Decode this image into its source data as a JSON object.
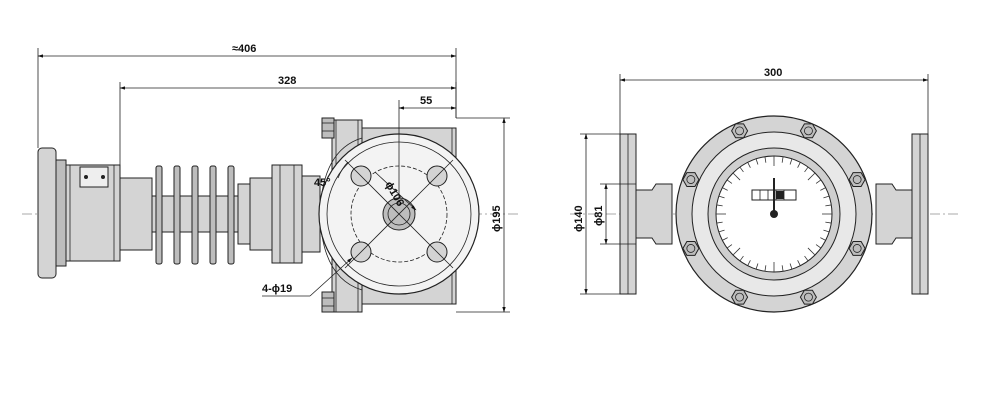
{
  "dimensions": {
    "overall_length": "≈406",
    "body_length": "328",
    "flange_offset": "55",
    "flange_diameter": "195",
    "bolt_circle_diameter": "106",
    "bolt_holes": "4-ϕ19",
    "angle": "45°",
    "face_to_face": "300",
    "raised_face_diameter": "140",
    "bore_diameter": "81"
  },
  "icons": {
    "bolt": "hex-bolt-icon",
    "gauge": "dial-gauge-icon"
  }
}
